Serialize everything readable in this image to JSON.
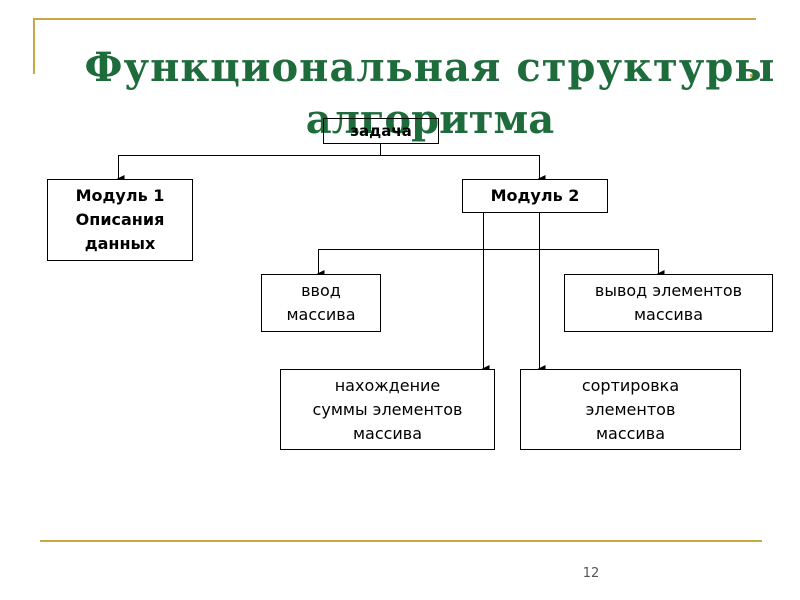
{
  "slide": {
    "title_line1": "Функциональная структуры",
    "title_line2": "алгоритма",
    "page_number": "12"
  },
  "diagram": {
    "root": "задача",
    "module1": "Модуль 1\nОписания\nданных",
    "module2": "Модуль 2",
    "input_array": "ввод\nмассива",
    "output_elements": "вывод элементов\nмассива",
    "sum_elements": "нахождение\nсуммы элементов\nмассива",
    "sort_elements": "сортировка\nэлементов\nмассива"
  },
  "colors": {
    "title": "#1e6b3c",
    "accent_rule": "#c9a648"
  }
}
